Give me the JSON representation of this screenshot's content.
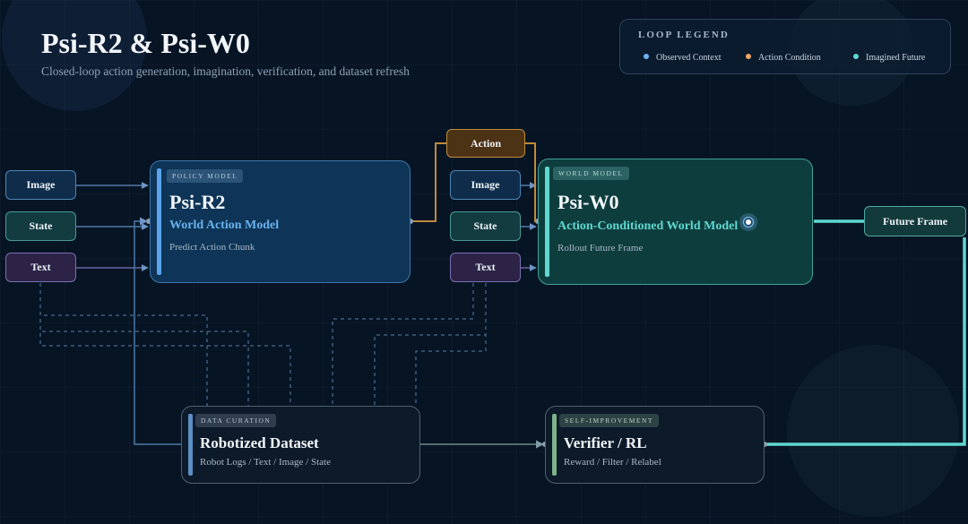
{
  "header": {
    "title": "Psi-R2 & Psi-W0",
    "subtitle": "Closed-loop action generation, imagination, verification, and dataset refresh"
  },
  "legend": {
    "title": "LOOP LEGEND",
    "items": [
      {
        "label": "Observed Context",
        "color": "#6fb2f0"
      },
      {
        "label": "Action Condition",
        "color": "#f0a766"
      },
      {
        "label": "Imagined Future",
        "color": "#5fd8cf"
      }
    ]
  },
  "inputs_left": {
    "image": "Image",
    "state": "State",
    "text": "Text"
  },
  "inputs_right": {
    "image": "Image",
    "state": "State",
    "text": "Text"
  },
  "action": {
    "label": "Action"
  },
  "future_frame": {
    "label": "Future Frame"
  },
  "policy_model": {
    "tag": "POLICY MODEL",
    "title": "Psi-R2",
    "subtitle": "World Action Model",
    "description": "Predict Action Chunk"
  },
  "world_model": {
    "tag": "WORLD MODEL",
    "title": "Psi-W0",
    "subtitle": "Action-Conditioned World Model",
    "description": "Rollout Future Frame"
  },
  "data_curation": {
    "tag": "DATA CURATION",
    "title": "Robotized Dataset",
    "description": "Robot Logs / Text / Image / State"
  },
  "self_improvement": {
    "tag": "SELF-IMPROVEMENT",
    "title": "Verifier / RL",
    "description": "Reward / Filter / Relabel"
  }
}
